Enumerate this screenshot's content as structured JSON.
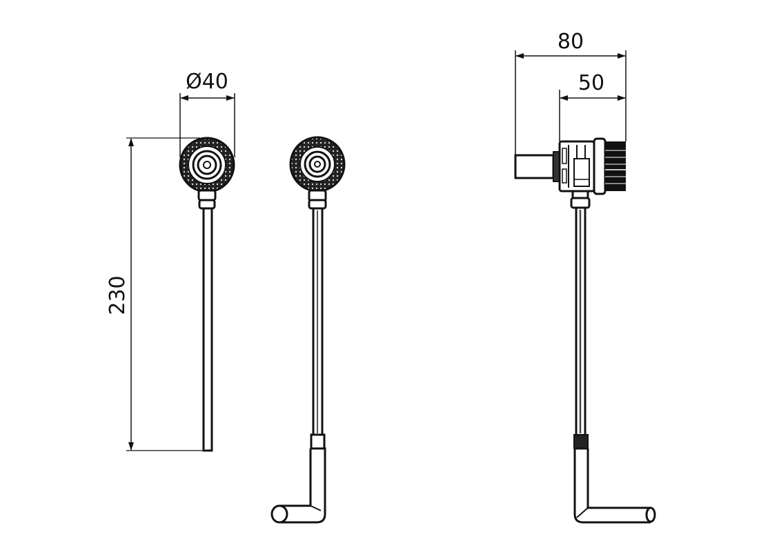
{
  "drawing": {
    "type": "technical-drawing",
    "subject": "shower head on rod with L-shaped handle (front, back, side views)",
    "colors": {
      "line": "#111111",
      "background": "#ffffff"
    },
    "views": [
      {
        "id": "front-view",
        "label": "Front view with dimensions"
      },
      {
        "id": "rear-view",
        "label": "Rear view with L-handle"
      },
      {
        "id": "side-view",
        "label": "Side view with dimensions"
      }
    ],
    "dimensions": {
      "diameter": {
        "label": "Ø40",
        "value": 40,
        "unit": "mm"
      },
      "height": {
        "label": "230",
        "value": 230,
        "unit": "mm"
      },
      "depth_total": {
        "label": "80",
        "value": 80,
        "unit": "mm"
      },
      "depth_head": {
        "label": "50",
        "value": 50,
        "unit": "mm"
      }
    }
  }
}
